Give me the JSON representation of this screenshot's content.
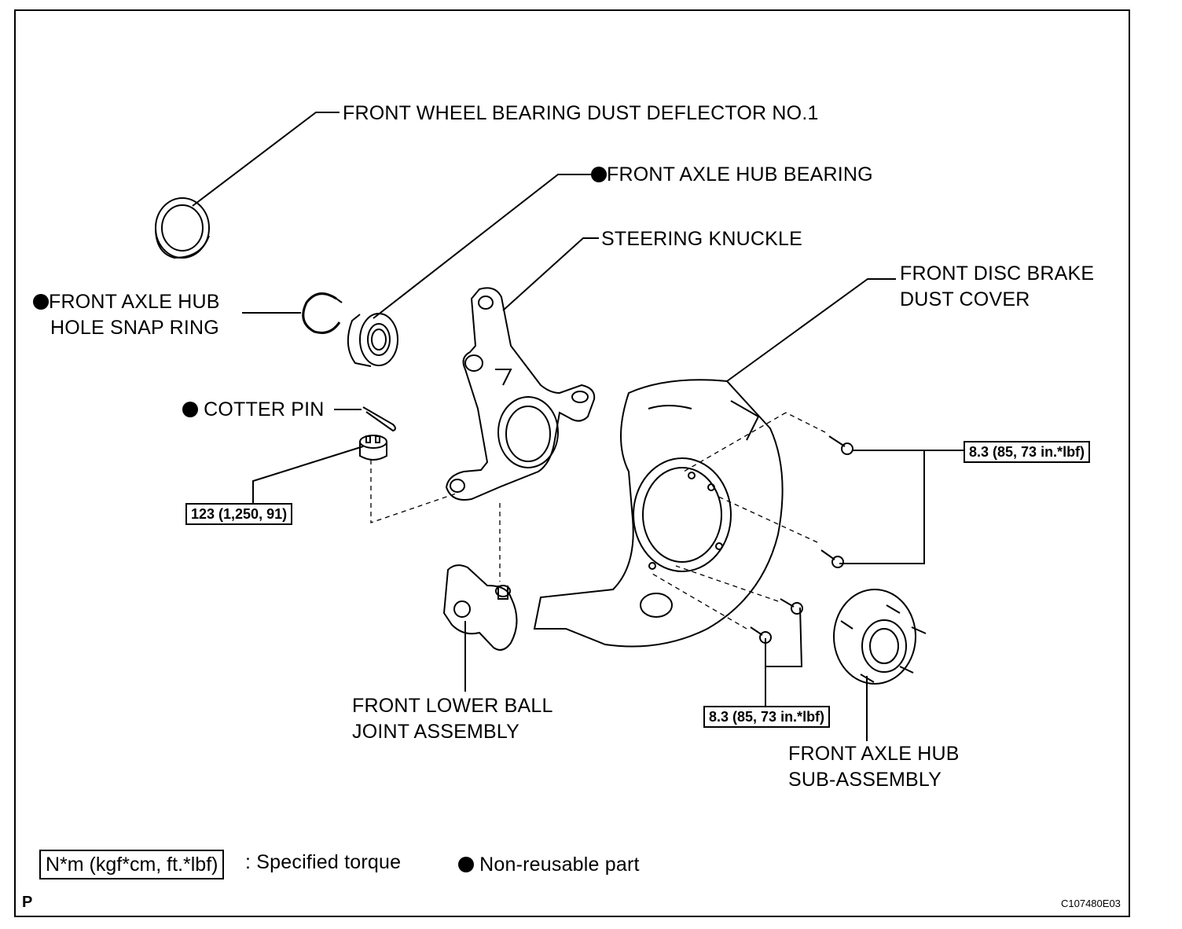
{
  "labels": {
    "dust_deflector": "FRONT WHEEL BEARING DUST DEFLECTOR NO.1",
    "hub_bearing": "FRONT AXLE HUB BEARING",
    "steering_knuckle": "STEERING KNUCKLE",
    "disc_brake_cover_1": "FRONT DISC BRAKE",
    "disc_brake_cover_2": "DUST COVER",
    "snap_ring_1": "FRONT AXLE HUB",
    "snap_ring_2": "HOLE SNAP RING",
    "cotter_pin": "COTTER PIN",
    "ball_joint_1": "FRONT LOWER BALL",
    "ball_joint_2": "JOINT ASSEMBLY",
    "hub_sub_1": "FRONT AXLE HUB",
    "hub_sub_2": "SUB-ASSEMBLY"
  },
  "torques": {
    "nut": "123 (1,250, 91)",
    "cover_bolts_upper": "8.3 (85, 73 in.*lbf)",
    "cover_bolts_lower": "8.3 (85, 73 in.*lbf)"
  },
  "legend": {
    "torque_box": "N*m (kgf*cm, ft.*lbf)",
    "torque_text": ": Specified torque",
    "nonreusable_text": "Non-reusable part"
  },
  "footer": {
    "left_mark": "P",
    "figure_code": "C107480E03"
  }
}
